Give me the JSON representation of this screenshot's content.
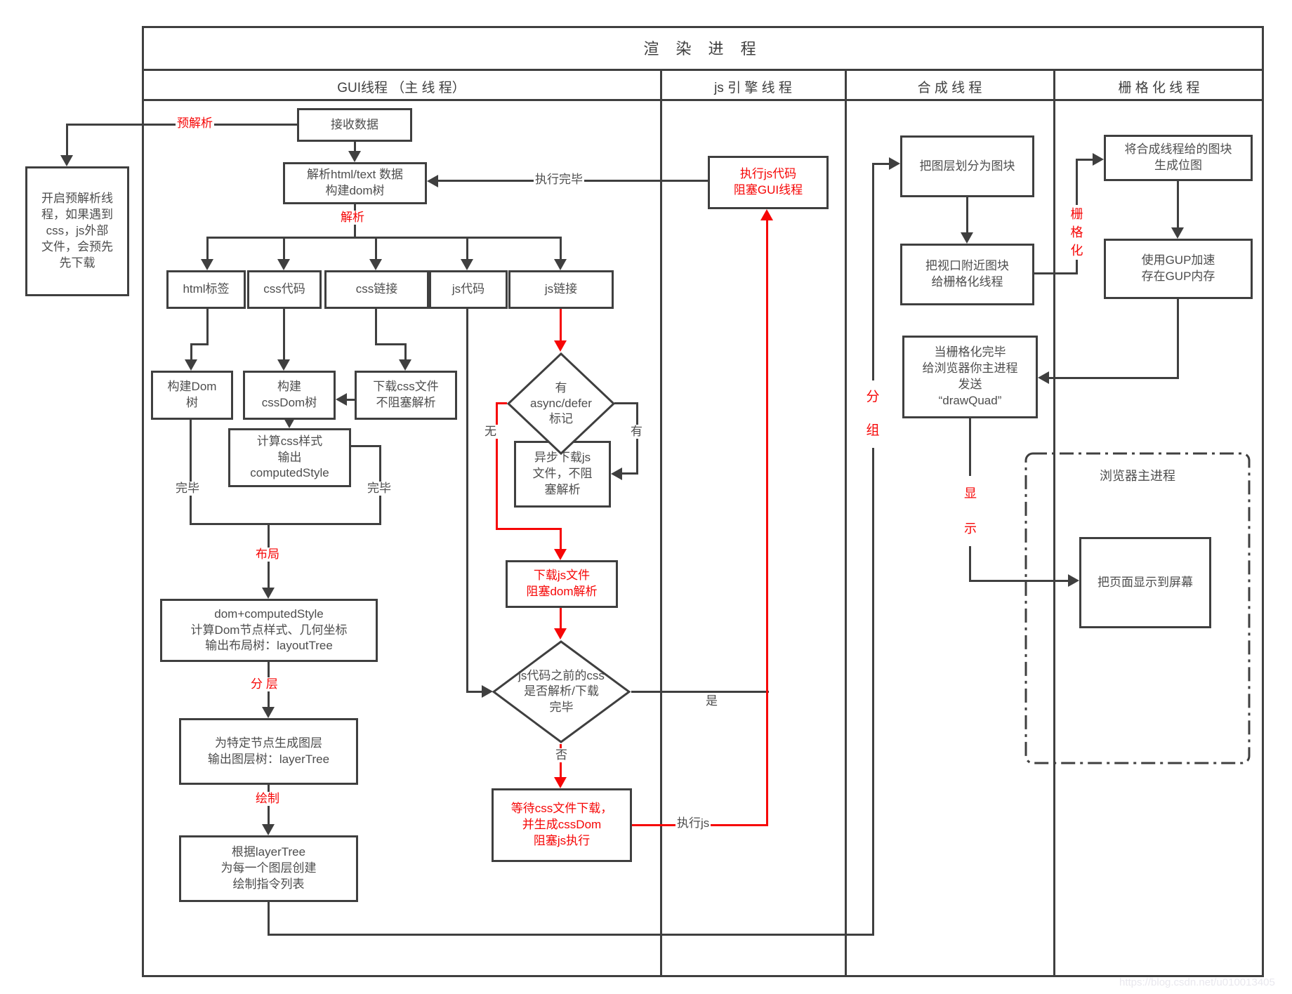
{
  "title": "渲 染 进 程",
  "lanes": {
    "gui": "GUI线程 （主 线 程）",
    "js_engine": "js 引 擎 线 程",
    "compositor": "合 成 线 程",
    "raster": "栅 格 化 线 程"
  },
  "colors": {
    "line": "#3f3f3f",
    "red": "#f60606",
    "text": "#4d4d4d"
  },
  "nodes": {
    "preparse_thread": "开启预解析线\n程，如果遇到\ncss，js外部\n文件，会预先\n先下载",
    "receive_data": "接收数据",
    "parse_html": "解析html/text 数据\n构建dom树",
    "tag_html": "html标签",
    "css_code": "css代码",
    "css_link": "css链接",
    "js_code": "js代码",
    "js_link": "js链接",
    "build_dom": "构建Dom\n树",
    "build_cssdom": "构建\ncssDom树",
    "download_css": "下载css文件\n不阻塞解析",
    "compute_style": "计算css样式\n输出\ncomputedStyle",
    "layout_tree": "dom+computedStyle\n计算Dom节点样式、几何坐标\n输出布局树：layoutTree",
    "layer_tree": "为特定节点生成图层\n输出图层树：layerTree",
    "paint_list": "根据layerTree\n为每一个图层创建\n绘制指令列表",
    "diamond_async": "有\nasync/defer\n标记",
    "async_download_js": "异步下载js\n文件，不阻\n塞解析",
    "download_js_block": "下载js文件\n阻塞dom解析",
    "diamond_css_ready": "js代码之前的css\n是否解析/下载\n完毕",
    "wait_css": "等待css文件下载，\n并生成cssDom\n阻塞js执行",
    "exec_js_block": "执行js代码\n阻塞GUI线程",
    "split_tiles": "把图层划分为图块",
    "viewport_tiles": "把视口附近图块\n给栅格化线程",
    "make_bitmap": "将合成线程给的图块\n生成位图",
    "gup_memory": "使用GUP加速\n存在GUP内存",
    "draw_quad": "当栅格化完毕\n给浏览器你主进程\n发送\n“drawQuad”",
    "browser_main": "浏览器主进程",
    "display_screen": "把页面显示到屏幕"
  },
  "labels": {
    "preparse": "预解析",
    "parse": "解析",
    "done_left": "完毕",
    "done_right": "完毕",
    "layout": "布局",
    "layering": "分 层",
    "paint": "绘制",
    "none": "无",
    "has": "有",
    "yes": "是",
    "no": "否",
    "exec_done": "执行完毕",
    "exec_js": "执行js",
    "grouping": "分\n组",
    "rasterize": "栅\n格\n化",
    "display": "显\n示"
  },
  "watermark": "https://blog.csdn.net/u010013405"
}
